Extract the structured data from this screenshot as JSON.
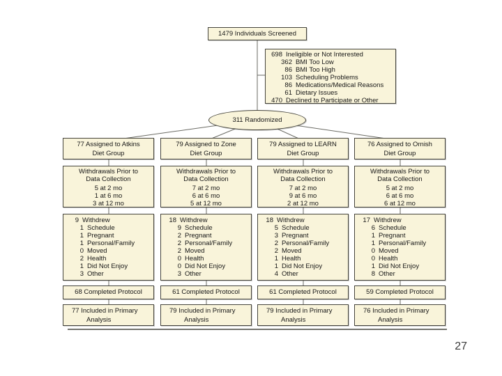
{
  "slide": {
    "page_number": "27"
  },
  "flow": {
    "screened_label": "1479 Individuals Screened",
    "randomized_label": "311 Randomized",
    "ineligible": {
      "rows": [
        {
          "count": "698",
          "label": "Ineligible or Not Interested"
        },
        {
          "count": "362",
          "label": "BMI Too Low"
        },
        {
          "count": "86",
          "label": "BMI Too High"
        },
        {
          "count": "103",
          "label": "Scheduling Problems"
        },
        {
          "count": "86",
          "label": "Medications/Medical Reasons"
        },
        {
          "count": "61",
          "label": "Dietary Issues"
        },
        {
          "count": "470",
          "label": "Declined to Participate or Other"
        }
      ]
    },
    "groups": [
      {
        "name": "Atkins",
        "assigned_line1": "77 Assigned to Atkins",
        "assigned_line2": "Diet Group",
        "withdrawals_title1": "Withdrawals Prior to",
        "withdrawals_title2": "Data Collection",
        "withdrawals_rows": [
          "5 at 2 mo",
          "1 at 6 mo",
          "3 at 12 mo"
        ],
        "withdrew_total": "9",
        "withdrew_label": "Withdrew",
        "withdrew_reasons": [
          {
            "count": "1",
            "label": "Schedule"
          },
          {
            "count": "1",
            "label": "Pregnant"
          },
          {
            "count": "1",
            "label": "Personal/Family"
          },
          {
            "count": "0",
            "label": "Moved"
          },
          {
            "count": "2",
            "label": "Health"
          },
          {
            "count": "1",
            "label": "Did Not Enjoy"
          },
          {
            "count": "3",
            "label": "Other"
          }
        ],
        "completed_label": "68 Completed Protocol",
        "included_line1": "77 Included in Primary",
        "included_line2": "Analysis"
      },
      {
        "name": "Zone",
        "assigned_line1": "79 Assigned to Zone",
        "assigned_line2": "Diet Group",
        "withdrawals_title1": "Withdrawals Prior to",
        "withdrawals_title2": "Data Collection",
        "withdrawals_rows": [
          "7 at 2 mo",
          "6 at 6 mo",
          "5 at 12 mo"
        ],
        "withdrew_total": "18",
        "withdrew_label": "Withdrew",
        "withdrew_reasons": [
          {
            "count": "9",
            "label": "Schedule"
          },
          {
            "count": "2",
            "label": "Pregnant"
          },
          {
            "count": "2",
            "label": "Personal/Family"
          },
          {
            "count": "2",
            "label": "Moved"
          },
          {
            "count": "0",
            "label": "Health"
          },
          {
            "count": "0",
            "label": "Did Not Enjoy"
          },
          {
            "count": "3",
            "label": "Other"
          }
        ],
        "completed_label": "61 Completed Protocol",
        "included_line1": "79 Included in Primary",
        "included_line2": "Analysis"
      },
      {
        "name": "LEARN",
        "assigned_line1": "79 Assigned to LEARN",
        "assigned_line2": "Diet Group",
        "withdrawals_title1": "Withdrawals Prior to",
        "withdrawals_title2": "Data Collection",
        "withdrawals_rows": [
          "7 at 2 mo",
          "9 at 6 mo",
          "2 at 12 mo"
        ],
        "withdrew_total": "18",
        "withdrew_label": "Withdrew",
        "withdrew_reasons": [
          {
            "count": "5",
            "label": "Schedule"
          },
          {
            "count": "3",
            "label": "Pregnant"
          },
          {
            "count": "2",
            "label": "Personal/Family"
          },
          {
            "count": "2",
            "label": "Moved"
          },
          {
            "count": "1",
            "label": "Health"
          },
          {
            "count": "1",
            "label": "Did Not Enjoy"
          },
          {
            "count": "4",
            "label": "Other"
          }
        ],
        "completed_label": "61 Completed Protocol",
        "included_line1": "79 Included in Primary",
        "included_line2": "Analysis"
      },
      {
        "name": "Ornish",
        "assigned_line1": "76 Assigned to Ornish",
        "assigned_line2": "Diet Group",
        "withdrawals_title1": "Withdrawals Prior to",
        "withdrawals_title2": "Data Collection",
        "withdrawals_rows": [
          "5 at 2 mo",
          "6 at 6 mo",
          "6 at 12 mo"
        ],
        "withdrew_total": "17",
        "withdrew_label": "Withdrew",
        "withdrew_reasons": [
          {
            "count": "6",
            "label": "Schedule"
          },
          {
            "count": "1",
            "label": "Pregnant"
          },
          {
            "count": "1",
            "label": "Personal/Family"
          },
          {
            "count": "0",
            "label": "Moved"
          },
          {
            "count": "0",
            "label": "Health"
          },
          {
            "count": "1",
            "label": "Did Not Enjoy"
          },
          {
            "count": "8",
            "label": "Other"
          }
        ],
        "completed_label": "59 Completed Protocol",
        "included_line1": "76 Included in Primary",
        "included_line2": "Analysis"
      }
    ]
  },
  "colors": {
    "box_fill": "#f9f4da",
    "box_border": "#45443c",
    "connector": "#6a6a63",
    "text": "#161616"
  }
}
